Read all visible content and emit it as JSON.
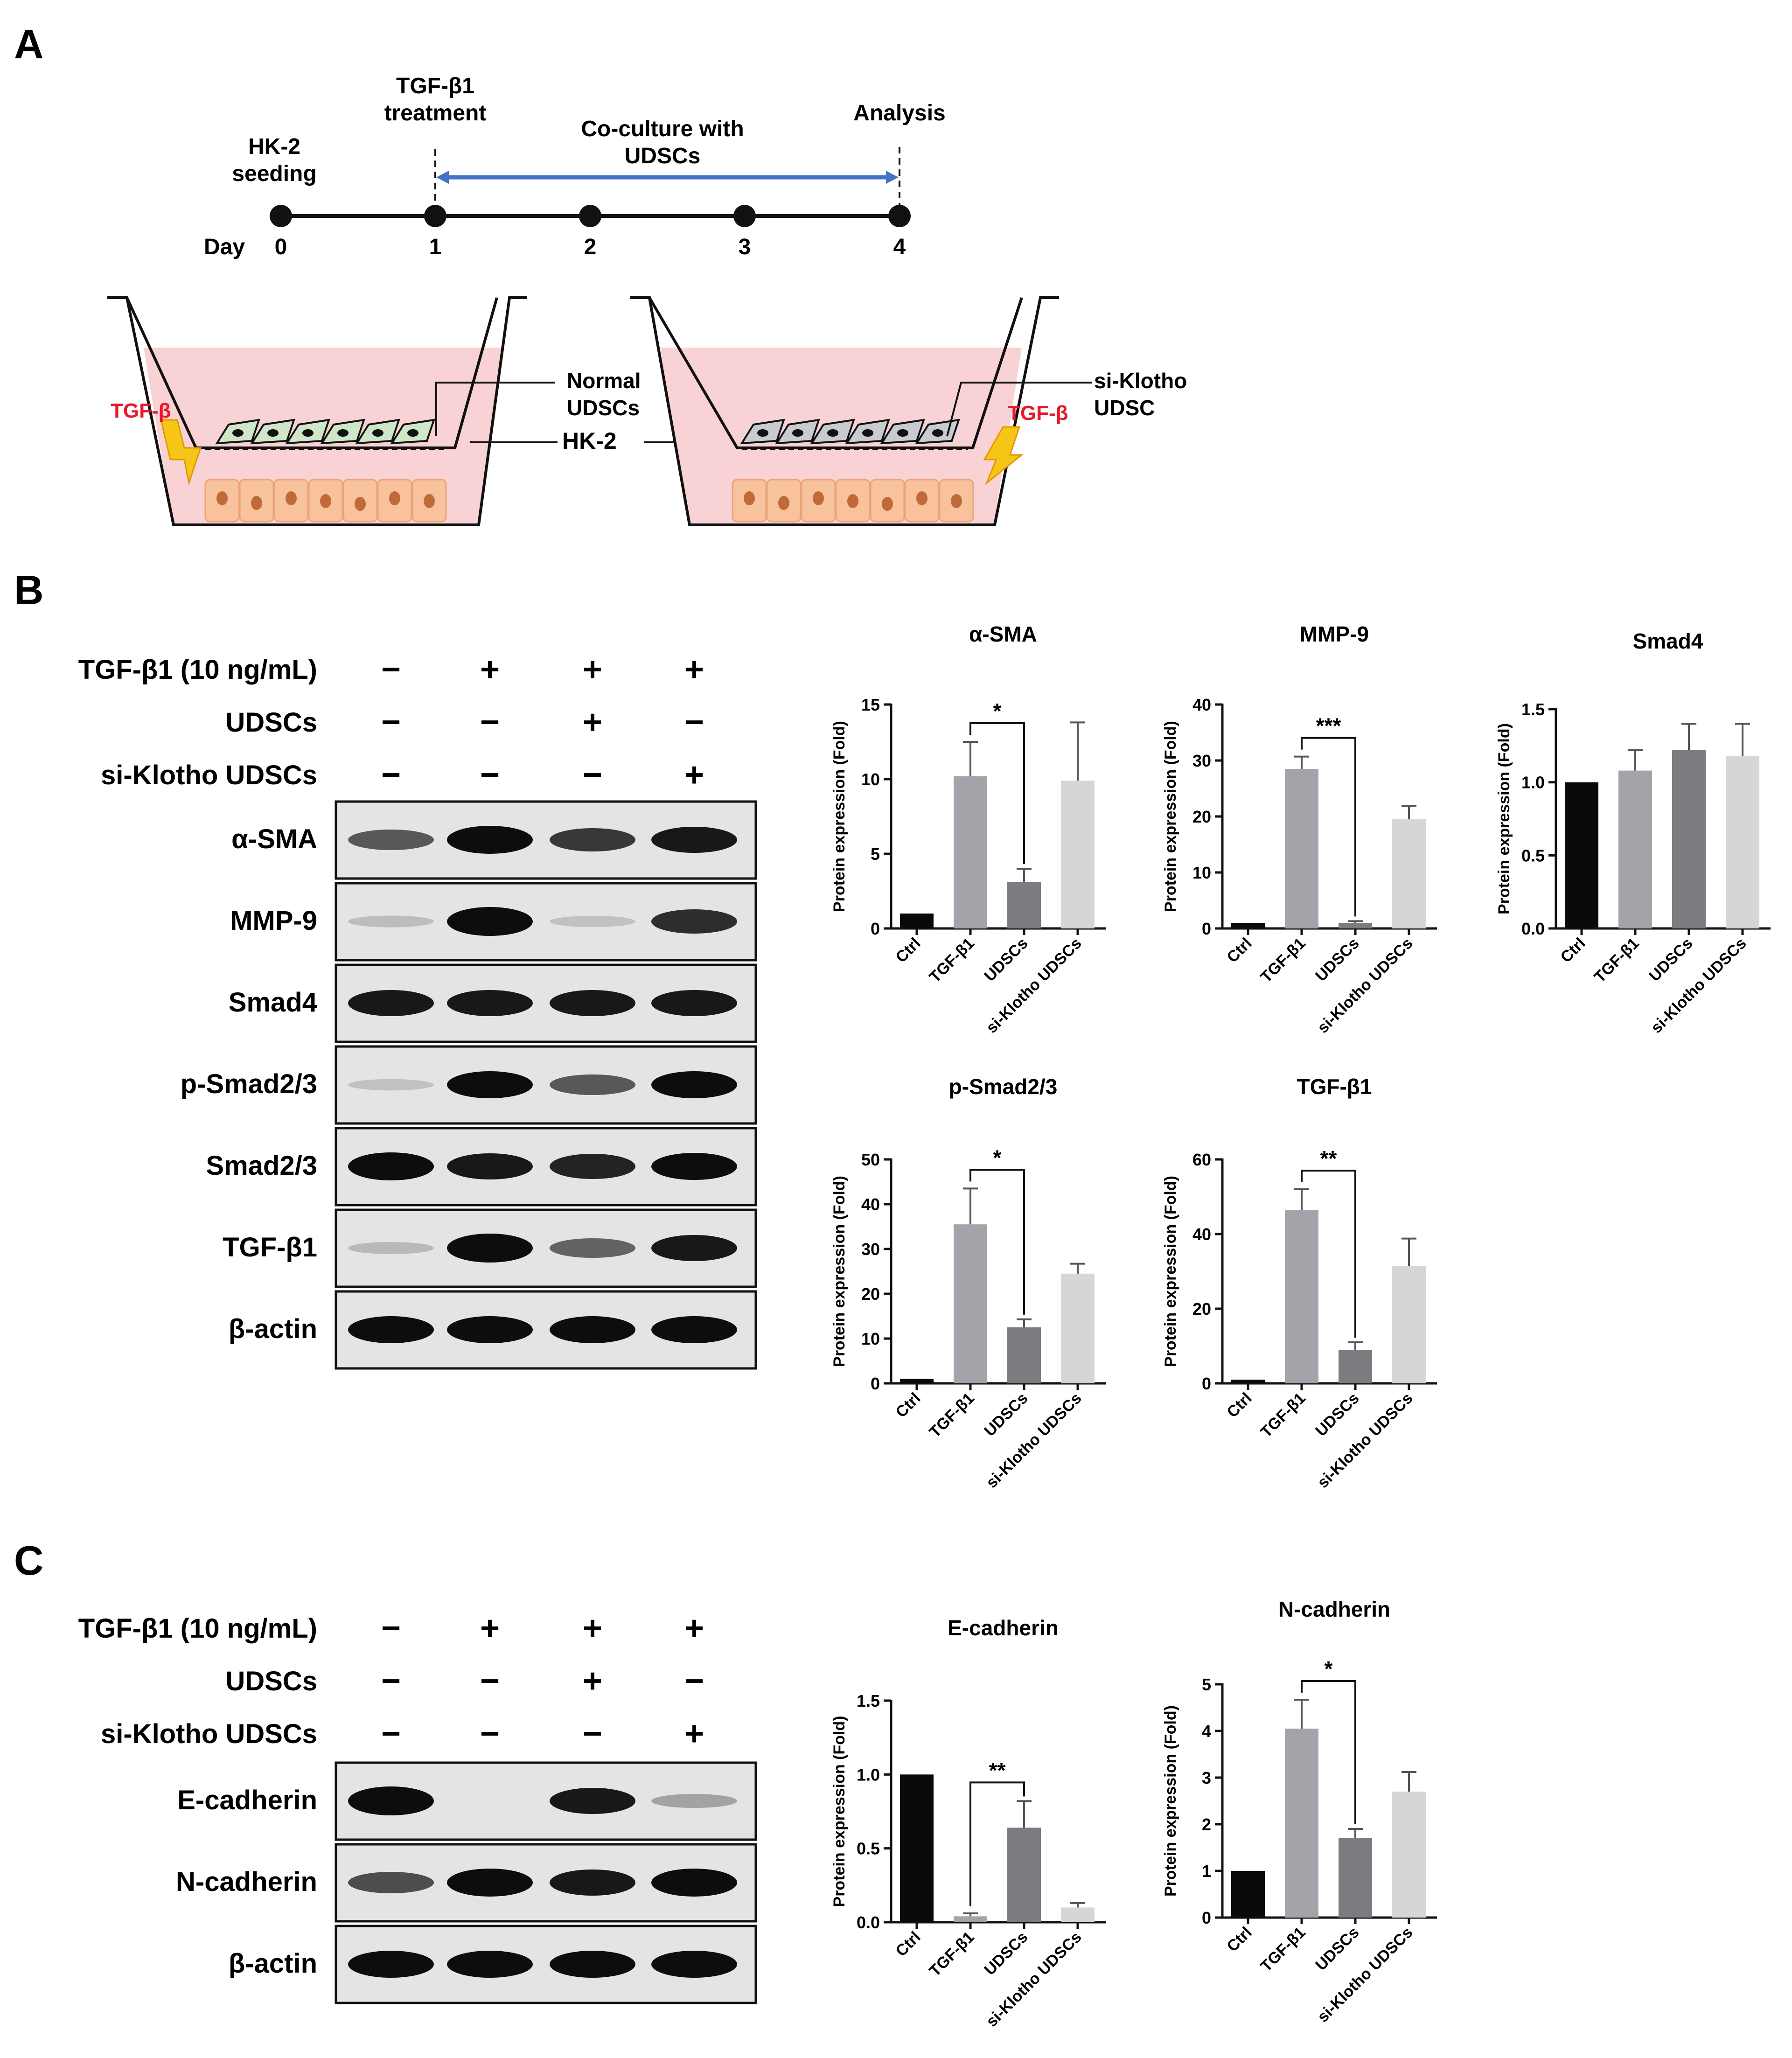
{
  "panels": {
    "A": {
      "letter": "A",
      "timeline": {
        "day_label": "Day",
        "days": [
          "0",
          "1",
          "2",
          "3",
          "4"
        ],
        "events": {
          "seeding": [
            "HK-2",
            "seeding"
          ],
          "treatment": [
            "TGF-β1",
            "treatment"
          ],
          "coculture": [
            "Co-culture with",
            "UDSCs"
          ],
          "analysis": [
            "Analysis"
          ]
        }
      },
      "wells": {
        "normal_label": [
          "Normal",
          "UDSCs"
        ],
        "hk2_label": "HK-2",
        "siklotho_label": [
          "si-Klotho",
          "UDSC"
        ],
        "tgf_label": "TGF-β"
      }
    },
    "B": {
      "letter": "B",
      "treatment_rows": [
        {
          "label": "TGF-β1 (10 ng/mL)",
          "signs": [
            "−",
            "+",
            "+",
            "+"
          ]
        },
        {
          "label": "UDSCs",
          "signs": [
            "−",
            "−",
            "+",
            "−"
          ]
        },
        {
          "label": "si-Klotho UDSCs",
          "signs": [
            "−",
            "−",
            "−",
            "+"
          ]
        }
      ],
      "blots": [
        {
          "label": "α-SMA",
          "intensity": [
            0.55,
            0.95,
            0.7,
            0.85
          ]
        },
        {
          "label": "MMP-9",
          "intensity": [
            0.08,
            1.0,
            0.06,
            0.75
          ]
        },
        {
          "label": "Smad4",
          "intensity": [
            0.85,
            0.85,
            0.85,
            0.85
          ]
        },
        {
          "label": "p-Smad2/3",
          "intensity": [
            0.06,
            0.9,
            0.55,
            0.9
          ]
        },
        {
          "label": "Smad2/3",
          "intensity": [
            0.95,
            0.85,
            0.8,
            0.9
          ]
        },
        {
          "label": "TGF-β1",
          "intensity": [
            0.1,
            1.0,
            0.5,
            0.85
          ]
        },
        {
          "label": "β-actin",
          "intensity": [
            0.9,
            0.9,
            0.9,
            0.9
          ]
        }
      ]
    },
    "C": {
      "letter": "C",
      "treatment_rows": [
        {
          "label": "TGF-β1 (10 ng/mL)",
          "signs": [
            "−",
            "+",
            "+",
            "+"
          ]
        },
        {
          "label": "UDSCs",
          "signs": [
            "−",
            "−",
            "+",
            "−"
          ]
        },
        {
          "label": "si-Klotho UDSCs",
          "signs": [
            "−",
            "−",
            "−",
            "+"
          ]
        }
      ],
      "blots": [
        {
          "label": "E-cadherin",
          "intensity": [
            1.0,
            0.0,
            0.85,
            0.2
          ]
        },
        {
          "label": "N-cadherin",
          "intensity": [
            0.6,
            0.95,
            0.85,
            0.95
          ]
        },
        {
          "label": "β-actin",
          "intensity": [
            0.9,
            0.9,
            0.9,
            0.9
          ]
        }
      ]
    }
  },
  "colors": {
    "Ctrl": "#0a0a0a",
    "TGF-β1": "#a3a3aa",
    "UDSCs": "#7b7b80",
    "si-Klotho UDSCs": "#d6d6d6",
    "arrow": "#4472c4",
    "medium": "#f8d2d4",
    "red_text": "#e8182a"
  },
  "chart_data": [
    {
      "id": "asma",
      "type": "bar",
      "title": "α-SMA",
      "ylabel": "Protein expression (Fold)",
      "categories": [
        "Ctrl",
        "TGF-β1",
        "UDSCs",
        "si-Klotho UDSCs"
      ],
      "values": [
        1.0,
        10.2,
        3.1,
        9.9
      ],
      "errors": [
        0,
        2.3,
        0.9,
        3.9
      ],
      "ylim": [
        0,
        15
      ],
      "yticks": [
        "0",
        "5",
        "10",
        "15"
      ],
      "significance": {
        "between": [
          1,
          2
        ],
        "label": "*"
      }
    },
    {
      "id": "mmp9",
      "type": "bar",
      "title": "MMP-9",
      "ylabel": "Protein expression (Fold)",
      "categories": [
        "Ctrl",
        "TGF-β1",
        "UDSCs",
        "si-Klotho UDSCs"
      ],
      "values": [
        1.0,
        28.5,
        1.0,
        19.5
      ],
      "errors": [
        0,
        2.2,
        0.3,
        2.4
      ],
      "ylim": [
        0,
        40
      ],
      "yticks": [
        "0",
        "10",
        "20",
        "30",
        "40"
      ],
      "significance": {
        "between": [
          1,
          2
        ],
        "label": "***"
      }
    },
    {
      "id": "smad4",
      "type": "bar",
      "title": "Smad4",
      "ylabel": "Protein expression (Fold)",
      "categories": [
        "Ctrl",
        "TGF-β1",
        "UDSCs",
        "si-Klotho UDSCs"
      ],
      "values": [
        1.0,
        1.08,
        1.22,
        1.18
      ],
      "errors": [
        0,
        0.14,
        0.18,
        0.22
      ],
      "ylim": [
        0,
        1.5
      ],
      "yticks": [
        "0.0",
        "0.5",
        "1.0",
        "1.5"
      ],
      "significance": null
    },
    {
      "id": "psmad",
      "type": "bar",
      "title": "p-Smad2/3",
      "ylabel": "Protein expression (Fold)",
      "categories": [
        "Ctrl",
        "TGF-β1",
        "UDSCs",
        "si-Klotho UDSCs"
      ],
      "values": [
        1.0,
        35.5,
        12.5,
        24.5
      ],
      "errors": [
        0,
        8.0,
        1.8,
        2.2
      ],
      "ylim": [
        0,
        50
      ],
      "yticks": [
        "0",
        "10",
        "20",
        "30",
        "40",
        "50"
      ],
      "significance": {
        "between": [
          1,
          2
        ],
        "label": "*"
      }
    },
    {
      "id": "tgfb1",
      "type": "bar",
      "title": "TGF-β1",
      "ylabel": "Protein expression (Fold)",
      "categories": [
        "Ctrl",
        "TGF-β1",
        "UDSCs",
        "si-Klotho UDSCs"
      ],
      "values": [
        1.0,
        46.5,
        9.0,
        31.5
      ],
      "errors": [
        0,
        5.5,
        2.0,
        7.3
      ],
      "ylim": [
        0,
        60
      ],
      "yticks": [
        "0",
        "20",
        "40",
        "60"
      ],
      "significance": {
        "between": [
          1,
          2
        ],
        "label": "**"
      }
    },
    {
      "id": "ecad",
      "type": "bar",
      "title": "E-cadherin",
      "ylabel": "Protein expression (Fold)",
      "categories": [
        "Ctrl",
        "TGF-β1",
        "UDSCs",
        "si-Klotho UDSCs"
      ],
      "values": [
        1.0,
        0.04,
        0.64,
        0.1
      ],
      "errors": [
        0,
        0.02,
        0.18,
        0.03
      ],
      "ylim": [
        0,
        1.5
      ],
      "yticks": [
        "0.0",
        "0.5",
        "1.0",
        "1.5"
      ],
      "significance": {
        "between": [
          1,
          2
        ],
        "label": "**"
      }
    },
    {
      "id": "ncad",
      "type": "bar",
      "title": "N-cadherin",
      "ylabel": "Protein expression (Fold)",
      "categories": [
        "Ctrl",
        "TGF-β1",
        "UDSCs",
        "si-Klotho UDSCs"
      ],
      "values": [
        1.0,
        4.05,
        1.7,
        2.7
      ],
      "errors": [
        0,
        0.62,
        0.2,
        0.42
      ],
      "ylim": [
        0,
        5
      ],
      "yticks": [
        "0",
        "1",
        "2",
        "3",
        "4",
        "5"
      ],
      "significance": {
        "between": [
          1,
          2
        ],
        "label": "*"
      }
    }
  ]
}
